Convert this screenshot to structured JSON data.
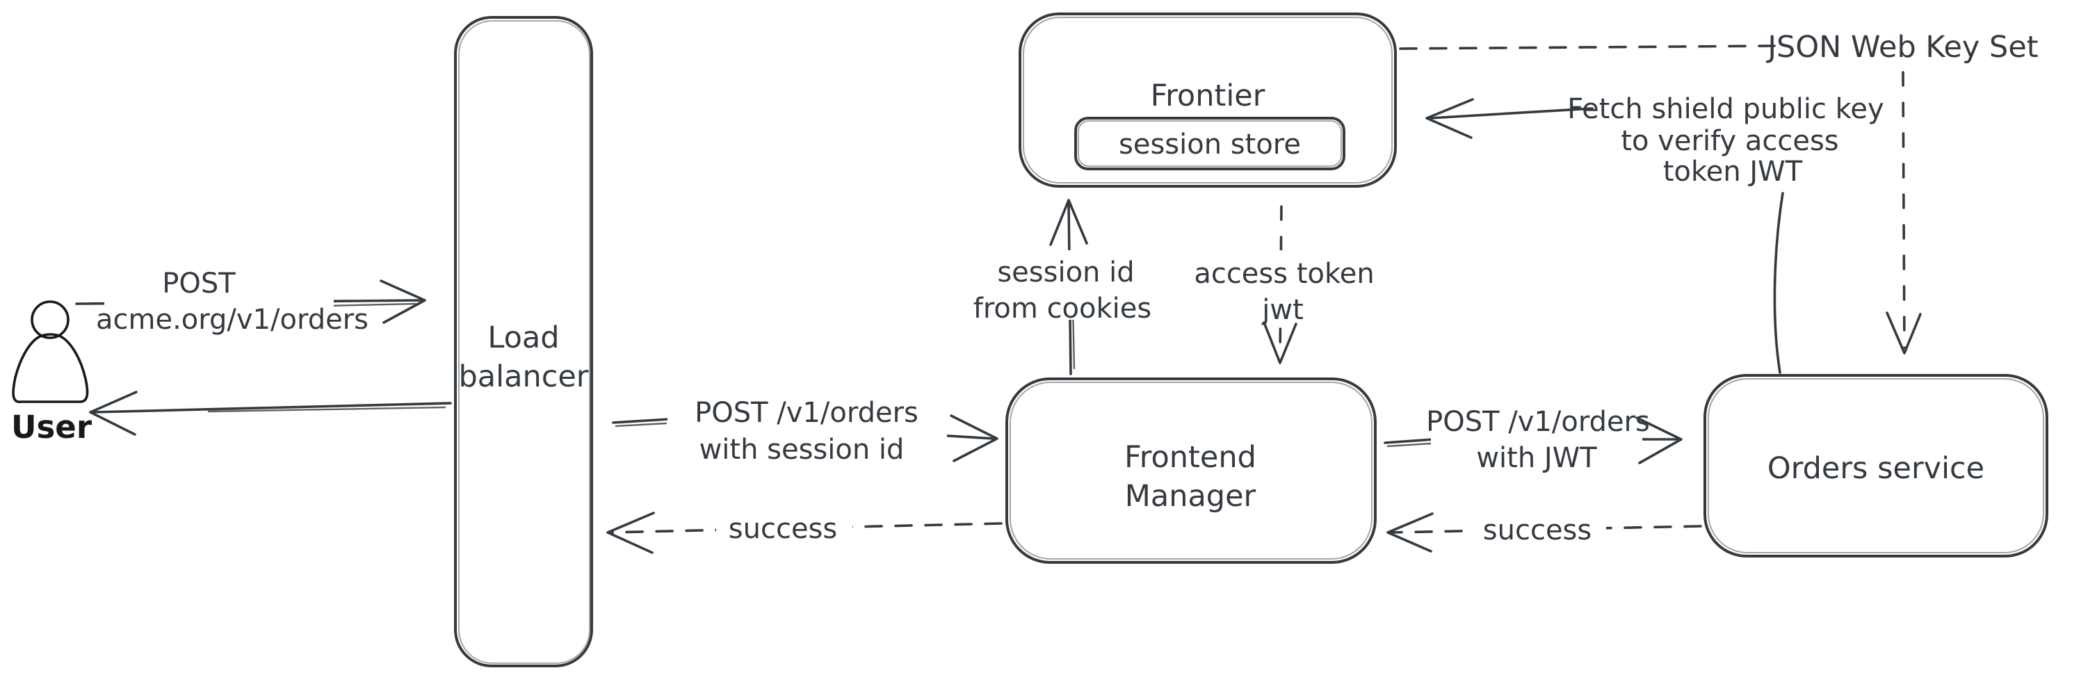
{
  "nodes": {
    "user": {
      "label": "User"
    },
    "load_balancer": {
      "line1": "Load",
      "line2": "balancer"
    },
    "frontier": {
      "label": "Frontier",
      "store_label": "session store"
    },
    "frontend_manager": {
      "line1": "Frontend",
      "line2": "Manager"
    },
    "orders_service": {
      "label": "Orders service"
    }
  },
  "edges": {
    "user_to_lb": {
      "style": "solid",
      "line1": "POST",
      "line2": "acme.org/v1/orders"
    },
    "lb_to_user": {
      "style": "solid"
    },
    "lb_to_fm": {
      "style": "solid",
      "line1": "POST /v1/orders",
      "line2": "with session id"
    },
    "fm_to_lb": {
      "style": "dashed",
      "label": "success"
    },
    "fm_to_frontier": {
      "style": "solid",
      "line1": "session id",
      "line2": "from cookies"
    },
    "frontier_to_fm": {
      "style": "dashed",
      "line1": "access token",
      "line2": "jwt"
    },
    "fm_to_orders": {
      "style": "solid",
      "line1": "POST /v1/orders",
      "line2": "with JWT"
    },
    "orders_to_fm": {
      "style": "dashed",
      "label": "success"
    },
    "orders_to_frontier": {
      "style": "solid",
      "line1": "Fetch shield public key",
      "line2": "to verify access",
      "line3": "token JWT"
    },
    "frontier_to_jwks": {
      "style": "dashed"
    },
    "jwks_to_orders": {
      "style": "dashed"
    }
  },
  "annotations": {
    "jwks": {
      "label": "JSON Web Key Set"
    }
  },
  "colors": {
    "stroke": "#343a40",
    "user_stroke": "#17191c",
    "hatch": "#ccd6dd",
    "bg": "#ffffff"
  }
}
